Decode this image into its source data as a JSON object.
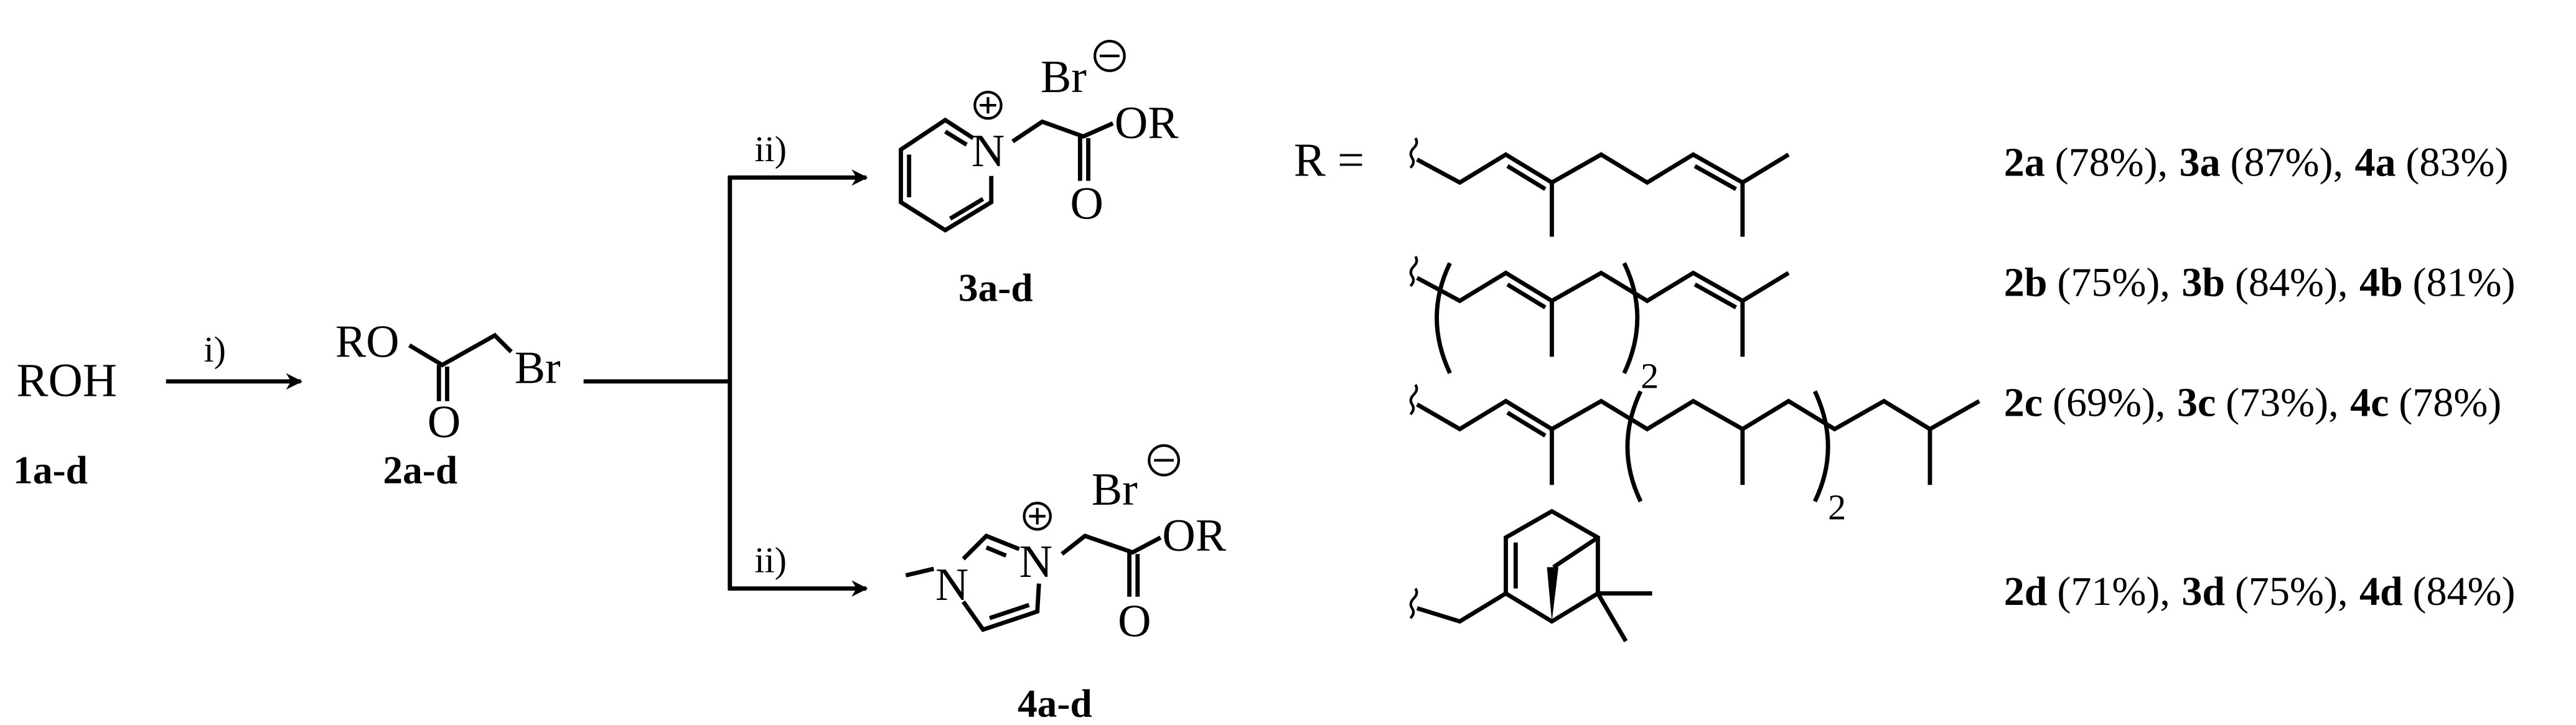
{
  "scheme": {
    "start": {
      "formula": "ROH",
      "label": "1a-d"
    },
    "step1": {
      "reagent": "i)"
    },
    "intermediate": {
      "ro": "RO",
      "br": "Br",
      "o": "O",
      "label": "2a-d"
    },
    "step2_upper": {
      "reagent": "ii)"
    },
    "step2_lower": {
      "reagent": "ii)"
    },
    "pyridinium": {
      "n": "N",
      "counter_ion": "Br",
      "or": "OR",
      "o": "O",
      "label": "3a-d"
    },
    "imidazolium": {
      "n1": "N",
      "n3": "N",
      "counter_ion": "Br",
      "or": "OR",
      "o": "O",
      "label": "4a-d"
    },
    "r_definition": {
      "label": "R =",
      "repeat_b": "2",
      "repeat_c": "2"
    },
    "yields": [
      {
        "items": [
          {
            "compound": "2a",
            "yield": "(78%)"
          },
          {
            "compound": "3a",
            "yield": "(87%)"
          },
          {
            "compound": "4a",
            "yield": "(83%)"
          }
        ]
      },
      {
        "items": [
          {
            "compound": "2b",
            "yield": "(75%)"
          },
          {
            "compound": "3b",
            "yield": "(84%)"
          },
          {
            "compound": "4b",
            "yield": "(81%)"
          }
        ]
      },
      {
        "items": [
          {
            "compound": "2c",
            "yield": "(69%)"
          },
          {
            "compound": "3c",
            "yield": "(73%)"
          },
          {
            "compound": "4c",
            "yield": "(78%)"
          }
        ]
      },
      {
        "items": [
          {
            "compound": "2d",
            "yield": "(71%)"
          },
          {
            "compound": "3d",
            "yield": "(75%)"
          },
          {
            "compound": "4d",
            "yield": "(84%)"
          }
        ]
      }
    ],
    "colors": {
      "ink": "#000000",
      "background": "#ffffff"
    }
  }
}
